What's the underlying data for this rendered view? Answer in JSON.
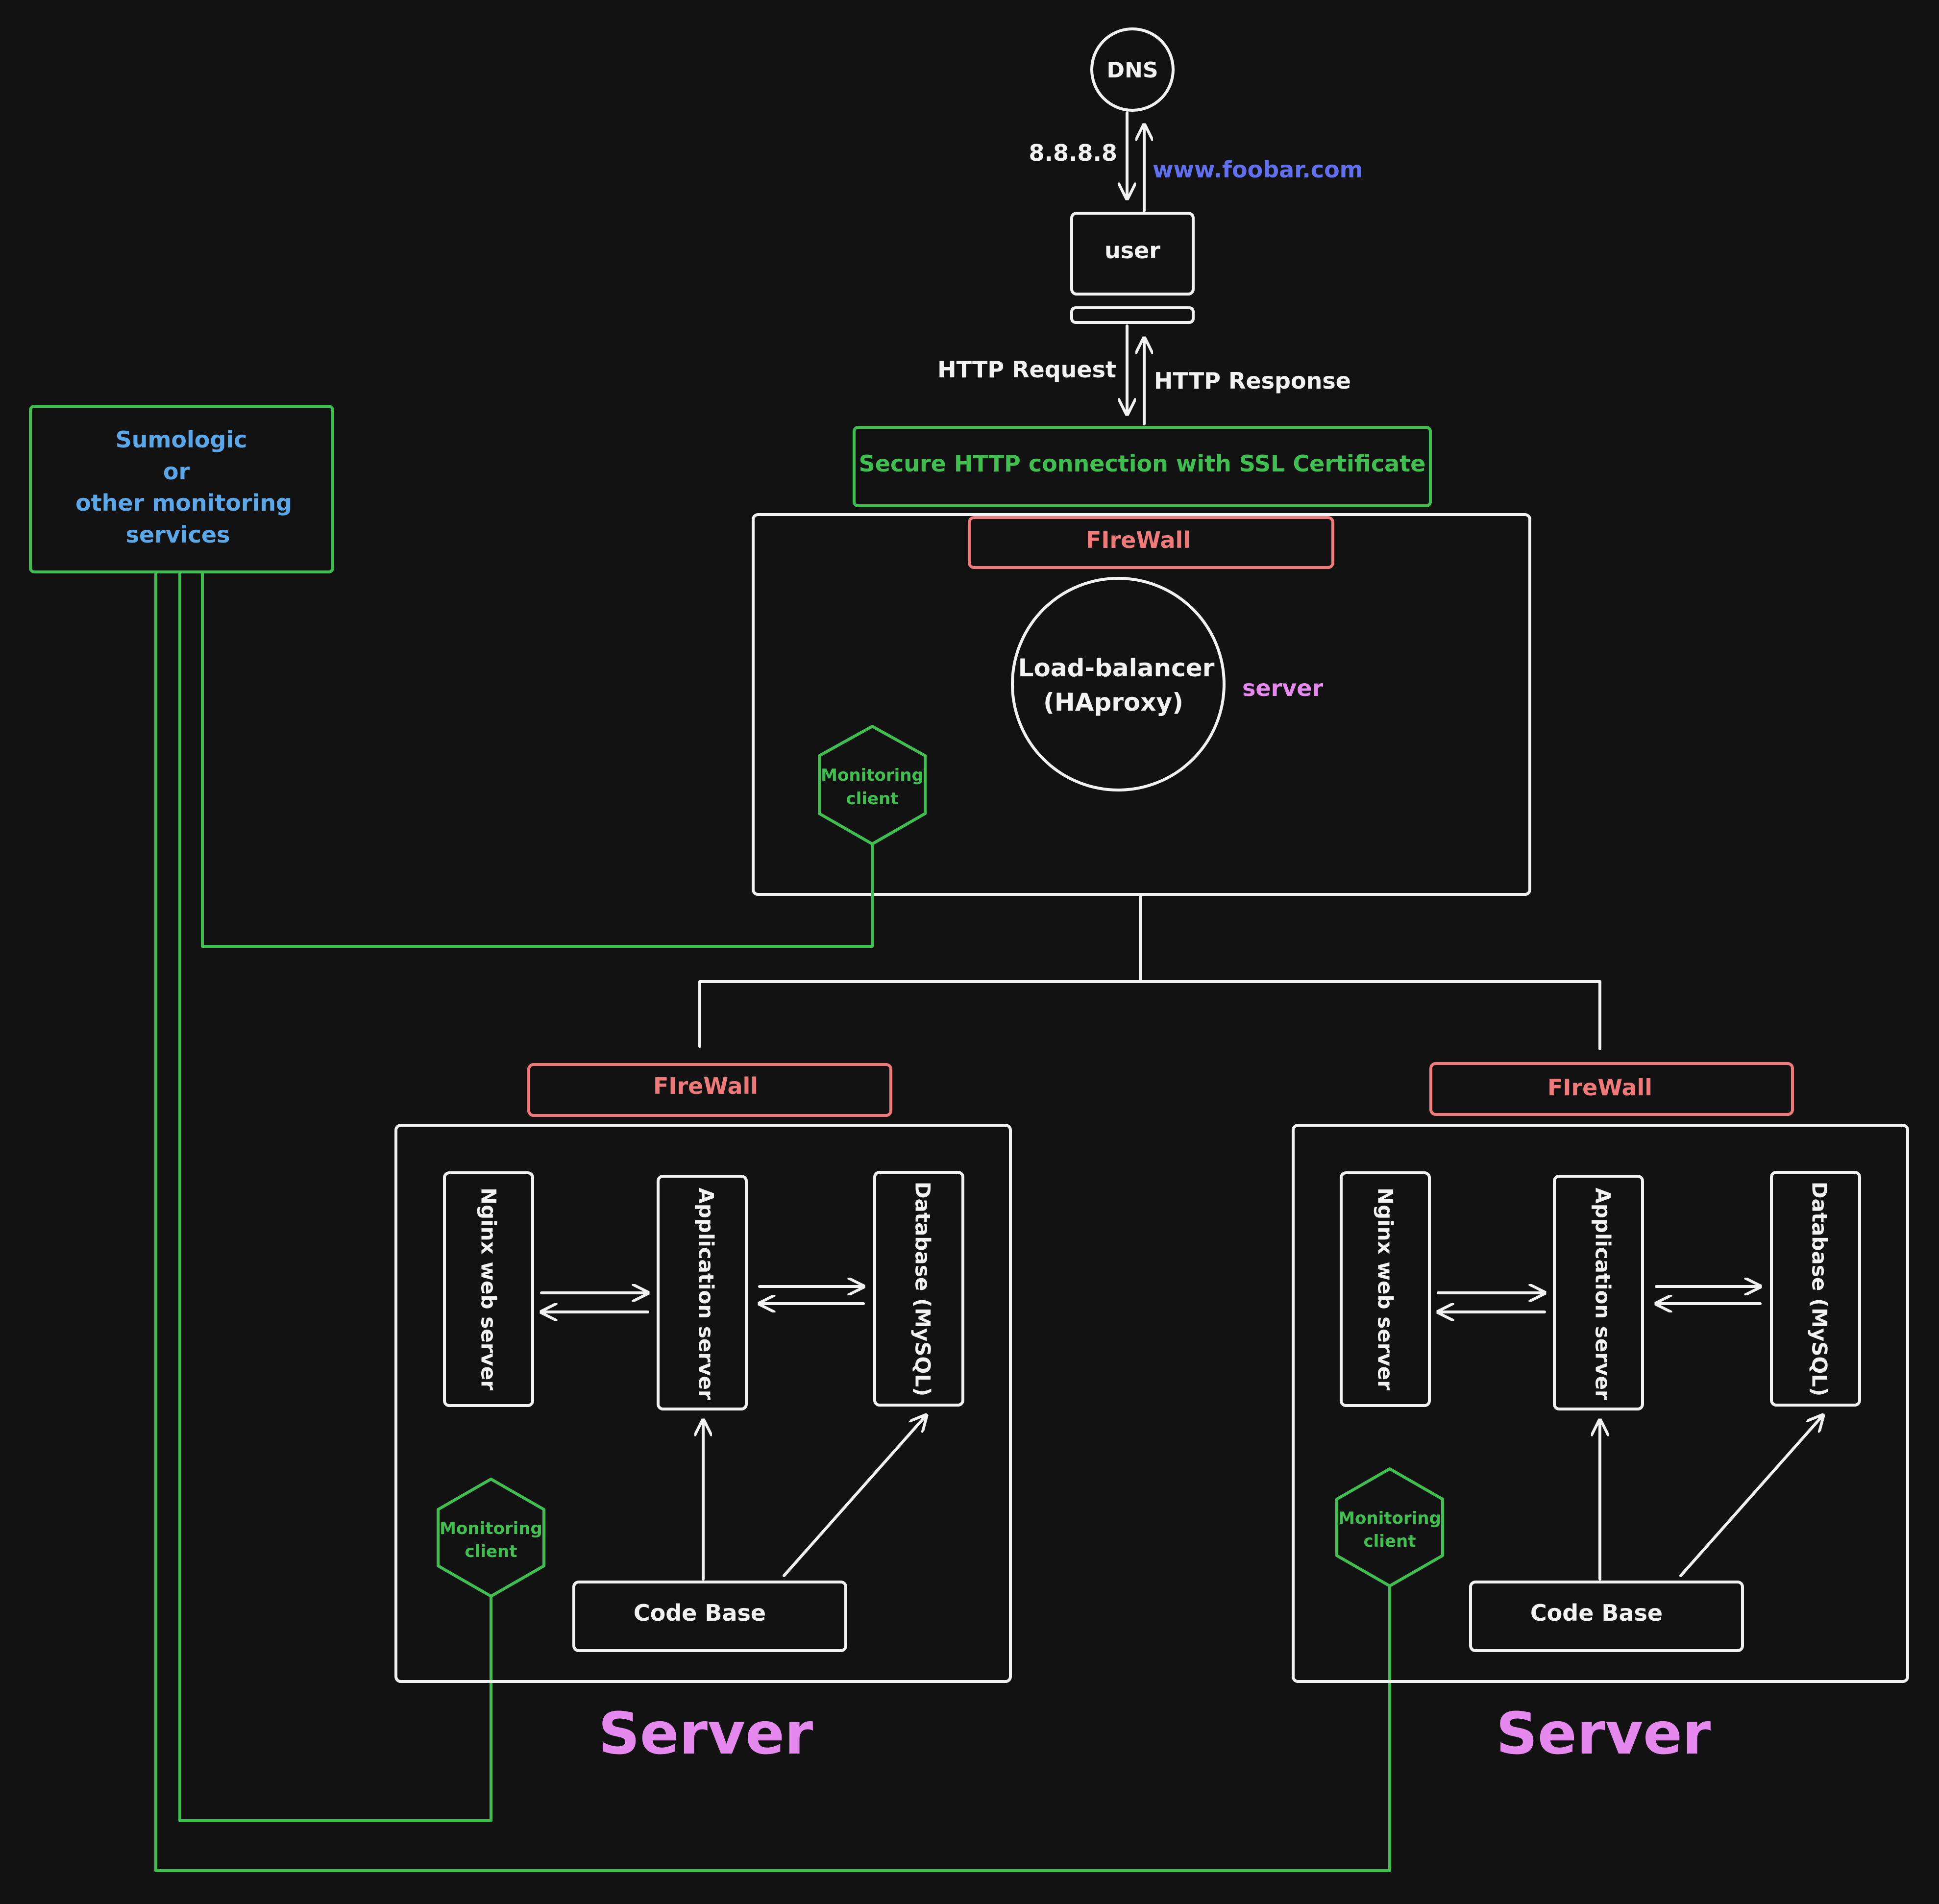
{
  "dns": {
    "label": "DNS",
    "ip": "8.8.8.8",
    "domain": "www.foobar.com"
  },
  "user": {
    "label": "user"
  },
  "http": {
    "request": "HTTP Request",
    "response": "HTTP Response"
  },
  "ssl": {
    "label": "Secure HTTP connection with SSL Certificate"
  },
  "monitoring_service": {
    "line1": "Sumologic",
    "line2": "or",
    "line3": "other monitoring",
    "line4": "services"
  },
  "lb_server": {
    "firewall": "FIreWall",
    "lb_line1": "Load-balancer",
    "lb_line2": "(HAproxy)",
    "server_label": "server",
    "monitor_line1": "Monitoring",
    "monitor_line2": "client"
  },
  "servers": [
    {
      "firewall": "FIreWall",
      "nginx": "Nginx web server",
      "app": "Application server",
      "db": "Database (MySQL)",
      "codebase": "Code Base",
      "monitor_line1": "Monitoring",
      "monitor_line2": "client",
      "title": "Server"
    },
    {
      "firewall": "FIreWall",
      "nginx": "Nginx web server",
      "app": "Application server",
      "db": "Database (MySQL)",
      "codebase": "Code Base",
      "monitor_line1": "Monitoring",
      "monitor_line2": "client",
      "title": "Server"
    }
  ],
  "colors": {
    "background": "#121212",
    "stroke": "#f2f2f2",
    "monitoring": "#3fbf4f",
    "firewall": "#f07a7a",
    "service_text": "#5aa7ea",
    "domain_text": "#6070ee",
    "server_title": "#e589ef"
  }
}
